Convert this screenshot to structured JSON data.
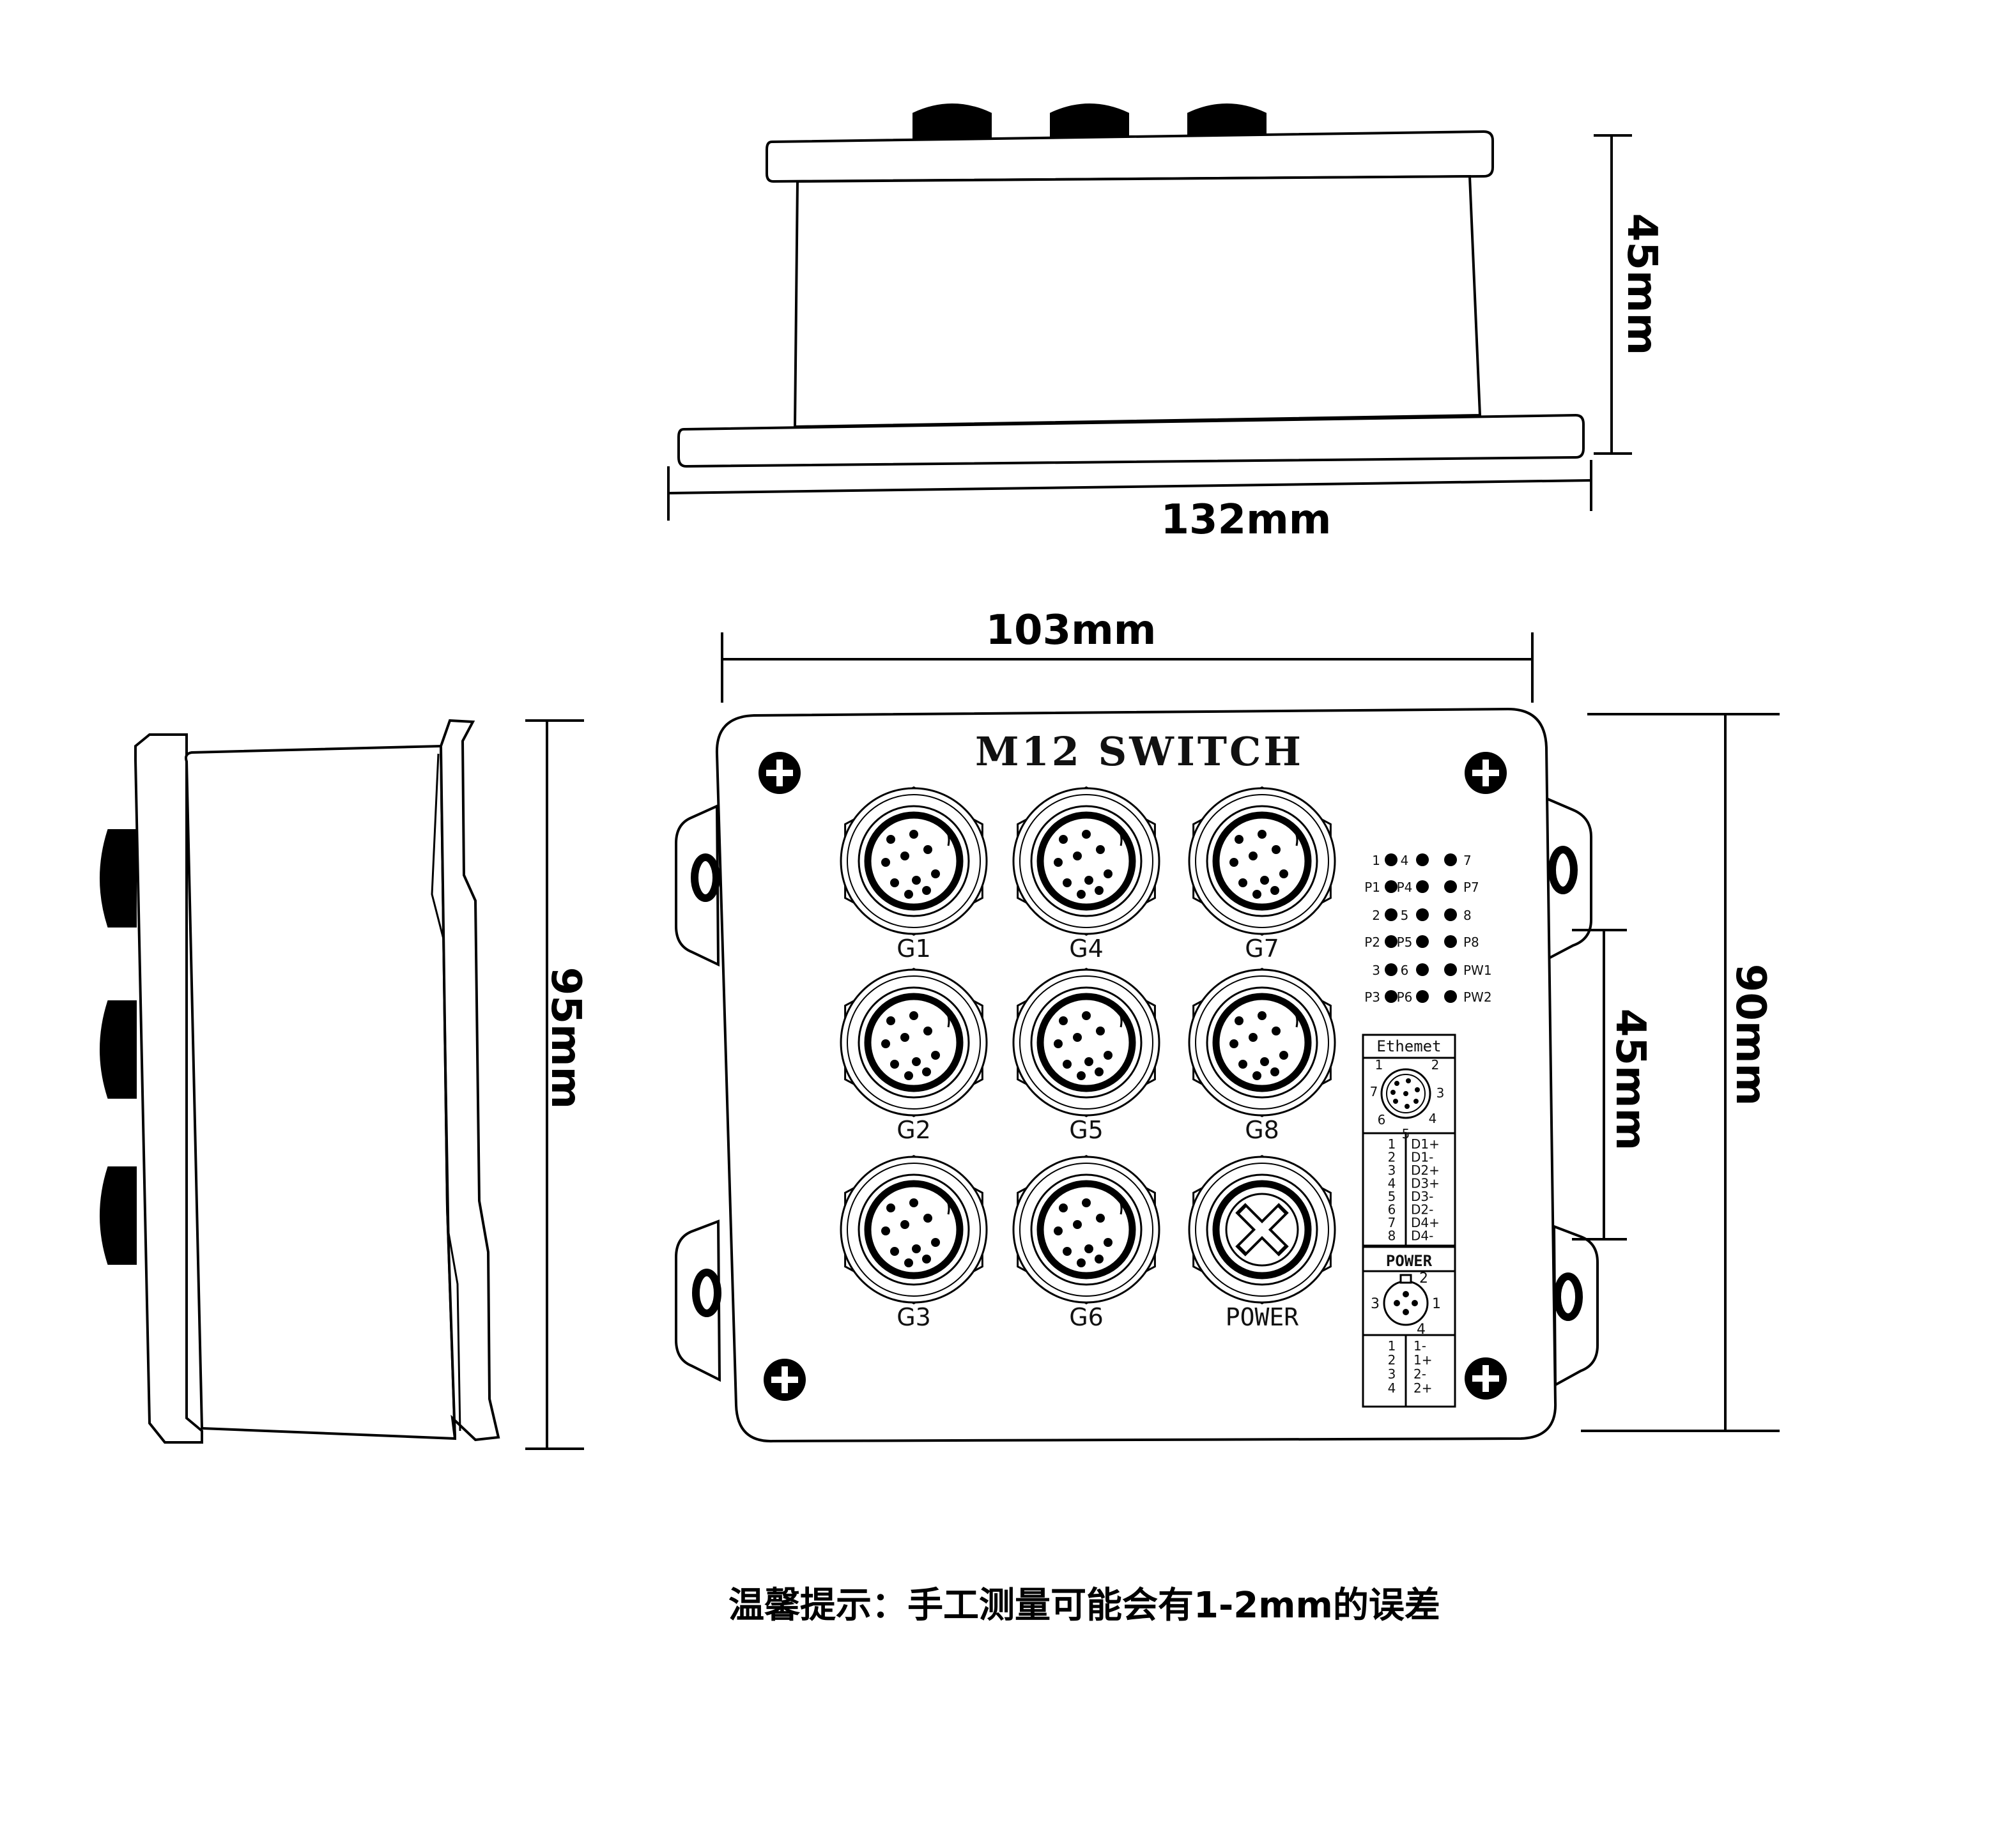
{
  "colors": {
    "line": "#000000",
    "fill": "#ffffff",
    "pin": "#000000"
  },
  "dimensions": {
    "top_height": "45mm",
    "top_width": "132mm",
    "front_width": "103mm",
    "front_height": "90mm",
    "front_inner": "45mm",
    "side_height": "95mm"
  },
  "device": {
    "title": "M12 SWITCH",
    "ports": [
      "G1",
      "G2",
      "G3",
      "G4",
      "G5",
      "G6",
      "G7",
      "G8",
      "POWER"
    ],
    "leds": {
      "col1_top": [
        "1",
        "2",
        "3"
      ],
      "col1_bottom": [
        "P1",
        "P2",
        "P3"
      ],
      "col2_top": [
        "4",
        "5",
        "6"
      ],
      "col2_bottom": [
        "P4",
        "P5",
        "P6"
      ],
      "col3": [
        "7",
        "P7",
        "8",
        "P8",
        "PW1",
        "PW2"
      ]
    },
    "ethernet": {
      "header": "Ethemet",
      "pin_labels": [
        "1",
        "2",
        "3",
        "4",
        "5",
        "6",
        "7"
      ],
      "pins": [
        "1",
        "2",
        "3",
        "4",
        "5",
        "6",
        "7",
        "8"
      ],
      "signals": [
        "D1+",
        "D1-",
        "D2+",
        "D3+",
        "D3-",
        "D2-",
        "D4+",
        "D4-"
      ]
    },
    "power": {
      "header": "POWER",
      "pin_labels": [
        "1",
        "2",
        "3",
        "4"
      ],
      "pins": [
        "1",
        "2",
        "3",
        "4"
      ],
      "signals": [
        "1-",
        "1+",
        "2-",
        "2+"
      ]
    }
  },
  "note": "温馨提示：手工测量可能会有1-2mm的误差"
}
